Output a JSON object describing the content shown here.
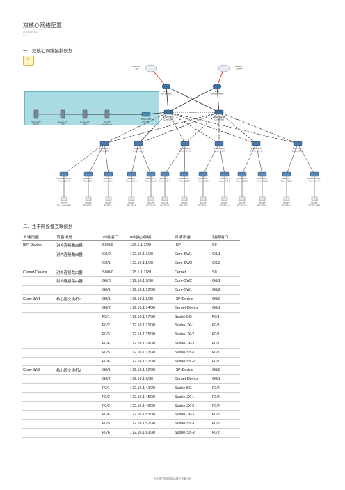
{
  "doc": {
    "title": "双核心网络配置",
    "meta_line1": "2014/01/20 9:23",
    "meta_line2": "rock",
    "section1": "一、双核心网络拓扑规划",
    "section2": "二、主干网设备互联规划",
    "footer": "分区 教学楼网络路由规划 的第 1 页"
  },
  "topology": {
    "cloud_left": "Cloud-PT\nISP",
    "cloud_right": "Cloud-PT\nCernet",
    "left_router_label": "2811\nISP-Device",
    "right_router_label": "2811\nCernet-Device",
    "core1_label": "3560-24PS\nCore-SW1",
    "core2_label": "3560-24PS\nCore-SW2",
    "servers": [
      "Server-PT\nDHCP",
      "Server-PT\nFTP",
      "Server-PT\nDNS",
      "PC-PT\nWebServer"
    ],
    "server_switch": "2960-24TT\nSW-SRV",
    "dist_switches": [
      "3560-24PS\nSushe-BG",
      "3560-24PS\nSushe-JX-1",
      "3560-24PS\nSushe-JX-2",
      "3560-24PS\nSushe-JX-3",
      "3560-24PS\nSushe-SS-1",
      "3560-24PS\nSushe-SS-2"
    ],
    "access_switches": [
      "AccessPoint-PT\nFloor-BG-AP",
      "2960-24TT\nFloor-BG-1",
      "2960-24TT\nFloor-BG-2",
      "2960-24TT\nFloor-JX1-1",
      "2960-24TT\nFloor-JX1-2",
      "2960-24TT\nFloor-JX2-1",
      "2960-24TT\nFloor-JX2-2",
      "2960-24TT\nFloor-JX3-1",
      "2960-24TT\nFloor-JX3-2",
      "2960-24TT\nFloor-SS1-1",
      "2960-24TT\nFloor-SS1-2",
      "2960-24TT\nFloor-SS2-1",
      "AccessPoint-PT\nFloor-SS-AP"
    ],
    "pcs": [
      "PC-PT\nPC-Laptop-BG",
      "PC-PT\nPC-BG1-1",
      "PC-PT\nPC-BG2-1",
      "PC-PT\nPC-JX1-1",
      "PC-PT\nPC-JX1-2",
      "PC-PT\nPC-JX2-1",
      "PC-PT\nPC-JX2-2",
      "PC-PT\nPC-JX3-1",
      "PC-PT\nPC-SS1-1",
      "PC-PT\nPC-SS1-2",
      "PC-PT\nPC-SS2-1",
      "PC-PT\nPC-SS2-2",
      "PC-PT\nPC-SS-AP-1"
    ]
  },
  "table": {
    "headers": [
      "本端设备",
      "设备描述",
      "本端接口",
      "IP地址/前缀",
      "对接设备",
      "对接端口"
    ],
    "rows": [
      [
        "ISP-Device",
        "对外连接路由器",
        "S0/0/0",
        "126.1.1.1/29",
        "ISP",
        "S0"
      ],
      [
        "",
        "对内连接路由器",
        "G0/0",
        "172.16.1.1/30",
        "Core-SW1",
        "G0/1"
      ],
      [
        "",
        "",
        "G0/1",
        "172.16.1.5/30",
        "Core-SW2",
        "G0/2"
      ],
      [
        "Cernet-Device",
        "对外连接路由器",
        "S0/0/0",
        "125.1.1.1/29",
        "Cernet",
        "S0"
      ],
      [
        "",
        "对内连接路由器",
        "G0/0",
        "172.16.1.9/30",
        "Core-SW2",
        "G0/1"
      ],
      [
        "",
        "",
        "G0/1",
        "172.16.1.13/30",
        "Core-SW1",
        "G0/2"
      ],
      [
        "Core-SW1",
        "核心层交换机1",
        "G0/1",
        "172.16.1.2/30",
        "ISP-Device",
        "G0/0"
      ],
      [
        "",
        "",
        "G0/2",
        "172.16.1.14/30",
        "Cernet-Device",
        "G0/1"
      ],
      [
        "",
        "",
        "F0/1",
        "172.16.1.17/30",
        "Sushe-BG",
        "F0/1"
      ],
      [
        "",
        "",
        "F0/2",
        "172.16.1.21/30",
        "Sushe-JX-1",
        "F0/1"
      ],
      [
        "",
        "",
        "F0/3",
        "172.16.1.25/30",
        "Sushe-JX-2",
        "F0/1"
      ],
      [
        "",
        "",
        "F0/4",
        "172.16.1.29/30",
        "Sushe-JX-3",
        "F0/1"
      ],
      [
        "",
        "",
        "F0/5",
        "172.16.1.33/30",
        "Sushe-SS-1",
        "F0/1"
      ],
      [
        "",
        "",
        "F0/6",
        "172.16.1.37/30",
        "Sushe-SS-2",
        "F0/1"
      ],
      [
        "Core-SW2",
        "核心层交换机2",
        "G0/1",
        "172.16.1.10/30",
        "ISP-Device",
        "G0/0"
      ],
      [
        "",
        "",
        "G0/2",
        "172.16.1.6/30",
        "Cernet-Device",
        "G0/1"
      ],
      [
        "",
        "",
        "F0/1",
        "172.16.1.41/30",
        "Sushe-BG",
        "F0/2"
      ],
      [
        "",
        "",
        "F0/2",
        "172.16.1.45/30",
        "Sushe-JX-1",
        "F0/2"
      ],
      [
        "",
        "",
        "F0/3",
        "172.16.1.49/30",
        "Sushe-JX-2",
        "F0/2"
      ],
      [
        "",
        "",
        "F0/4",
        "172.16.1.53/30",
        "Sushe-JX-3",
        "F0/2"
      ],
      [
        "",
        "",
        "F0/5",
        "172.16.1.57/30",
        "Sushe-SS-1",
        "F0/2"
      ],
      [
        "",
        "",
        "F0/6",
        "172.16.1.61/30",
        "Sushe-SS-2",
        "F0/2"
      ]
    ]
  }
}
